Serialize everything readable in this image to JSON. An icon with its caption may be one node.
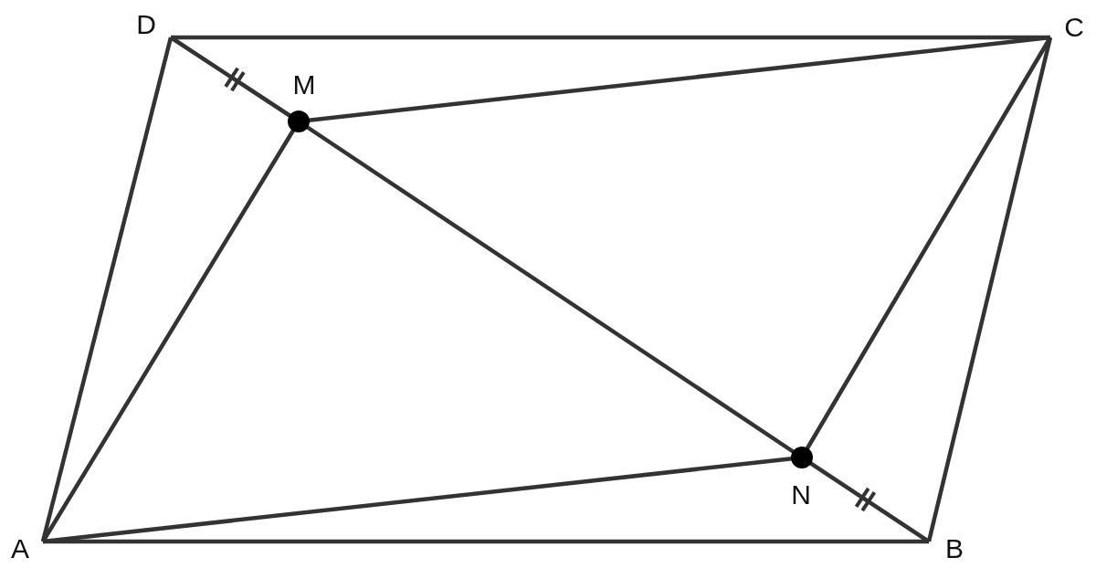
{
  "diagram": {
    "nodes": [
      {
        "text": [
          "D"
        ]
      },
      {
        "text": [
          "C"
        ]
      },
      {
        "text": [
          "M"
        ]
      },
      {
        "text": [
          "N"
        ]
      },
      {
        "text": [
          "A"
        ]
      },
      {
        "text": [
          "B"
        ]
      }
    ],
    "edges": [
      {
        "from": 4,
        "to": 5,
        "arrow": "none"
      },
      {
        "from": 5,
        "to": 1,
        "arrow": "none"
      },
      {
        "from": 1,
        "to": 0,
        "arrow": "none"
      },
      {
        "from": 0,
        "to": 4,
        "arrow": "none"
      },
      {
        "from": 0,
        "to": 2,
        "arrow": "none"
      },
      {
        "from": 2,
        "to": 3,
        "arrow": "none"
      },
      {
        "from": 3,
        "to": 5,
        "arrow": "none"
      },
      {
        "from": 4,
        "to": 2,
        "arrow": "none"
      },
      {
        "from": 2,
        "to": 1,
        "arrow": "none"
      },
      {
        "from": 4,
        "to": 3,
        "arrow": "none"
      },
      {
        "from": 3,
        "to": 1,
        "arrow": "none"
      }
    ]
  }
}
